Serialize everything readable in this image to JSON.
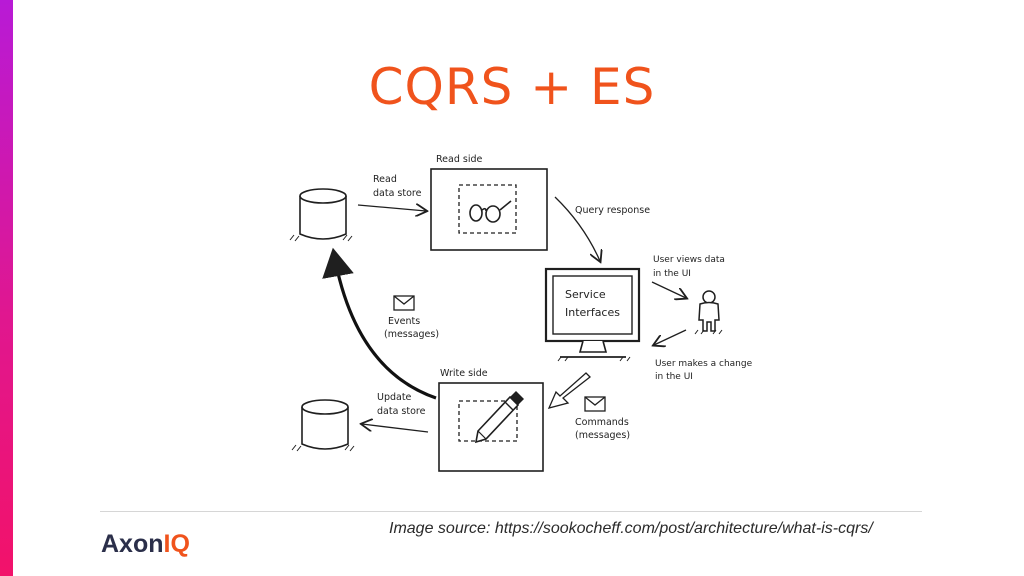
{
  "slide": {
    "title": "CQRS + ES",
    "source_text": "Image source: https://sookocheff.com/post/architecture/what-is-cqrs/"
  },
  "logo": {
    "part1": "Axon",
    "part2": "IQ",
    "colors": {
      "dark": "#2b2f4a",
      "accent": "#f0531c"
    }
  },
  "diagram": {
    "read_side": "Read side",
    "write_side": "Write side",
    "read_store": [
      "Read",
      "data store"
    ],
    "update_store": [
      "Update",
      "data store"
    ],
    "query_response": "Query response",
    "service_interfaces": [
      "Service",
      "Interfaces"
    ],
    "user_views": [
      "User views data",
      "in the UI"
    ],
    "user_changes": [
      "User makes a change",
      "in the UI"
    ],
    "events": [
      "Events",
      "(messages)"
    ],
    "commands": [
      "Commands",
      "(messages)"
    ]
  },
  "colors": {
    "title": "#f0531c",
    "stripe_top": "#b81ad6",
    "stripe_bottom": "#f2126a"
  }
}
